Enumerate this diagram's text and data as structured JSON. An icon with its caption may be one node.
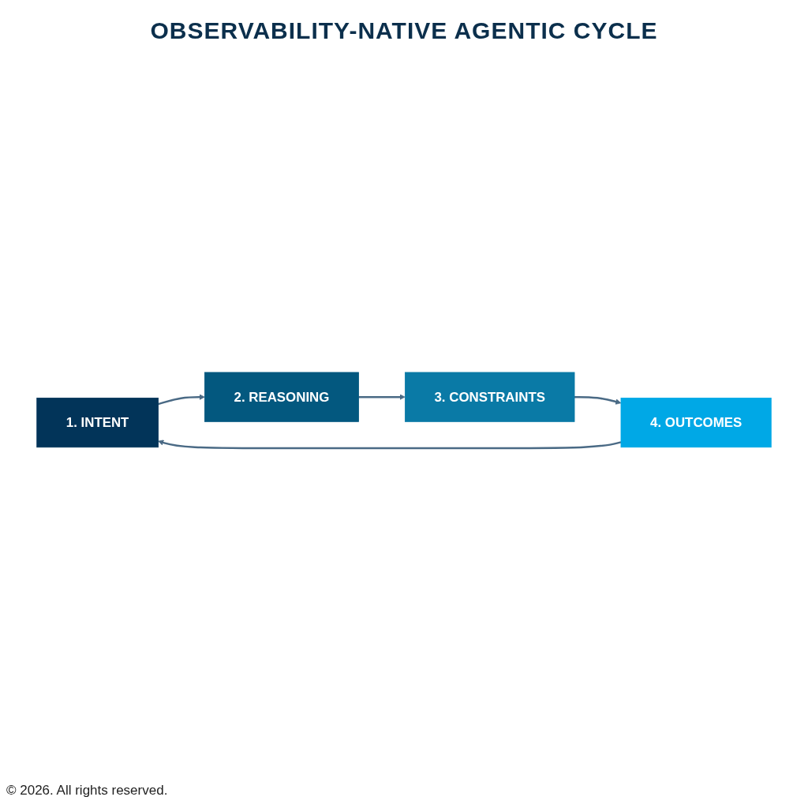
{
  "diagram": {
    "title": "OBSERVABILITY-NATIVE AGENTIC CYCLE",
    "nodes": [
      {
        "text": [
          "1. INTENT"
        ]
      },
      {
        "text": [
          "2. REASONING"
        ]
      },
      {
        "text": [
          "3. CONSTRAINTS"
        ]
      },
      {
        "text": [
          "4. OUTCOMES"
        ]
      }
    ],
    "edges": [
      {
        "from": 0,
        "to": 1,
        "arrow": "to"
      },
      {
        "from": 1,
        "to": 2,
        "arrow": "to"
      },
      {
        "from": 2,
        "to": 3,
        "arrow": "to"
      },
      {
        "from": 3,
        "to": 0,
        "arrow": "to"
      }
    ],
    "labels": [
      "© 2026. All rights reserved."
    ]
  }
}
